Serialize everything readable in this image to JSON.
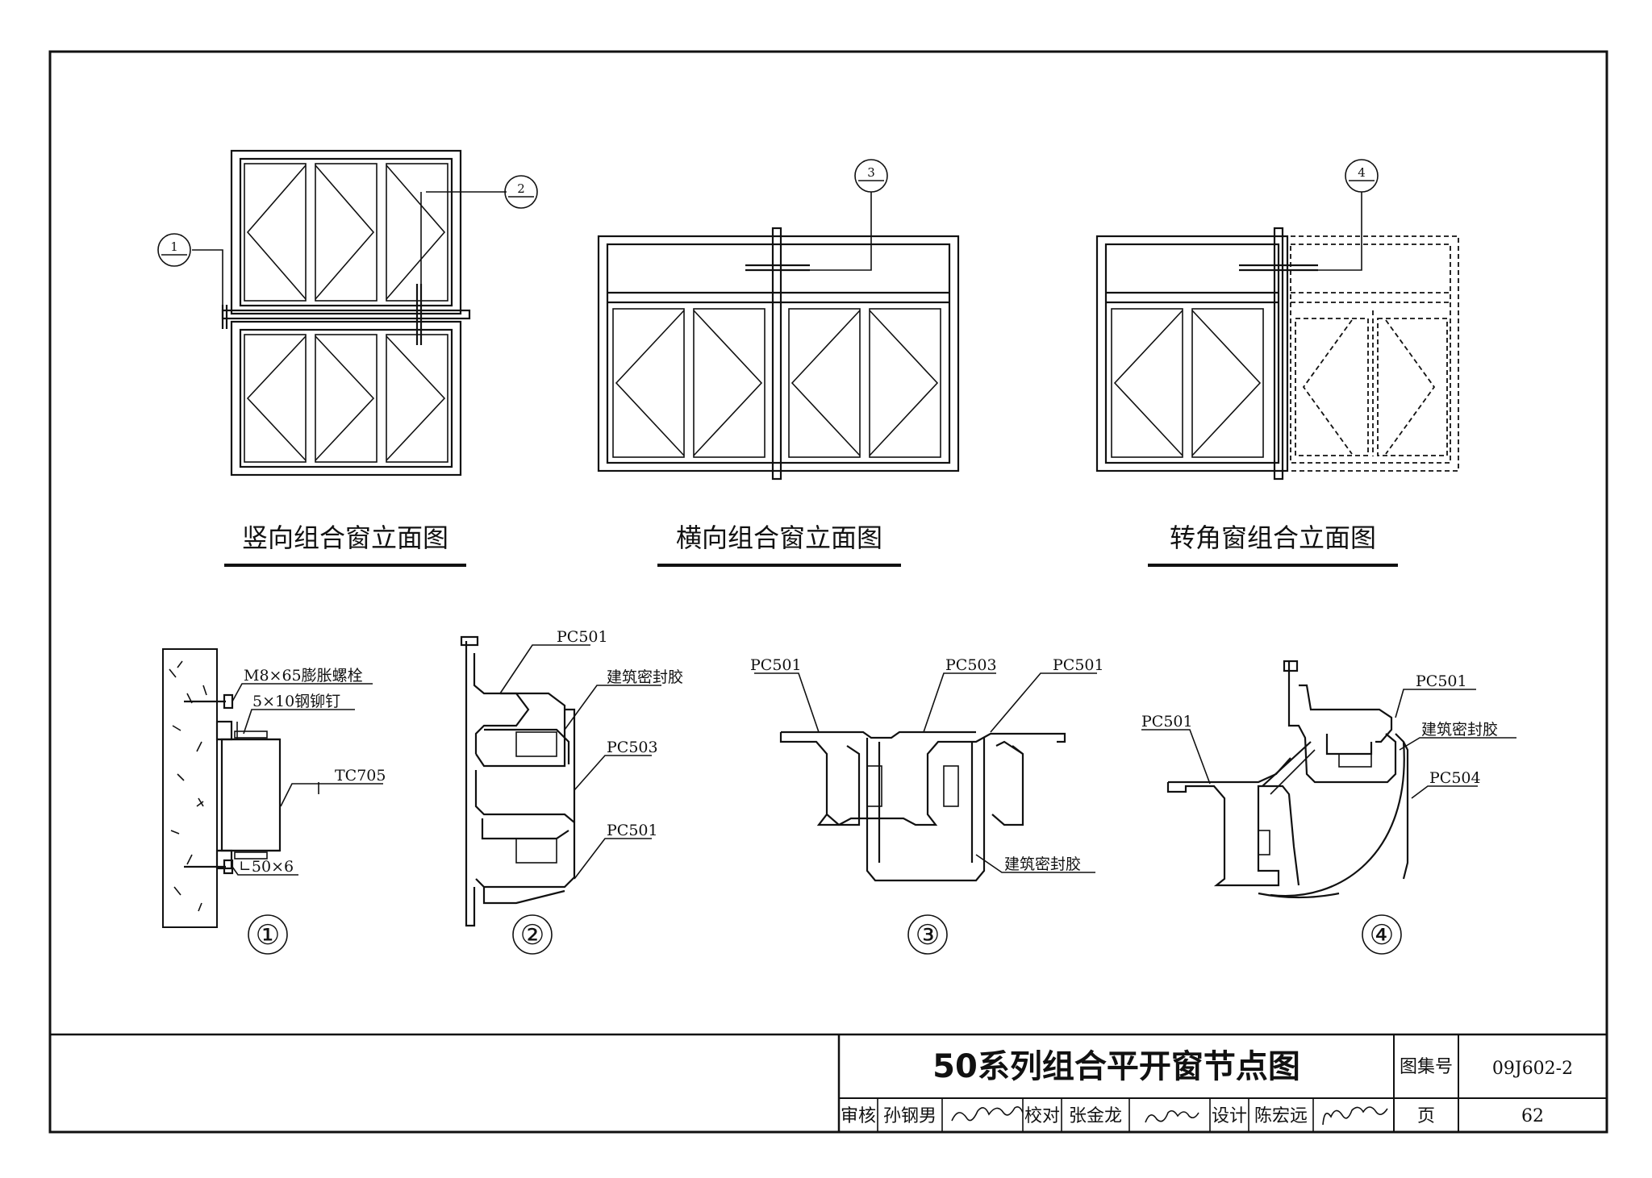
{
  "elevations": {
    "vertical": {
      "title": "竖向组合窗立面图",
      "callout_1": "1",
      "callout_2": "2"
    },
    "horizontal": {
      "title": "横向组合窗立面图",
      "callout_3": "3"
    },
    "corner": {
      "title": "转角窗组合立面图",
      "callout_4": "4"
    }
  },
  "details": {
    "d1": {
      "number": "①",
      "bolt": "M8×65膨胀螺栓",
      "rivet": "5×10钢铆钉",
      "profile": "TC705",
      "angle": "∟50×6"
    },
    "d2": {
      "number": "②",
      "top": "PC501",
      "sealant": "建筑密封胶",
      "middle": "PC503",
      "bottom": "PC501"
    },
    "d3": {
      "number": "③",
      "left": "PC501",
      "middle": "PC503",
      "right": "PC501",
      "sealant": "建筑密封胶"
    },
    "d4": {
      "number": "④",
      "left": "PC501",
      "right": "PC501",
      "sealant": "建筑密封胶",
      "corner": "PC504"
    }
  },
  "title_block": {
    "title": "50系列组合平开窗节点图",
    "atlas_label": "图集号",
    "atlas_no": "09J602-2",
    "review_label": "审核",
    "reviewer": "孙钢男",
    "check_label": "校对",
    "checker": "张金龙",
    "design_label": "设计",
    "designer": "陈宏远",
    "page_label": "页",
    "page_no": "62"
  }
}
